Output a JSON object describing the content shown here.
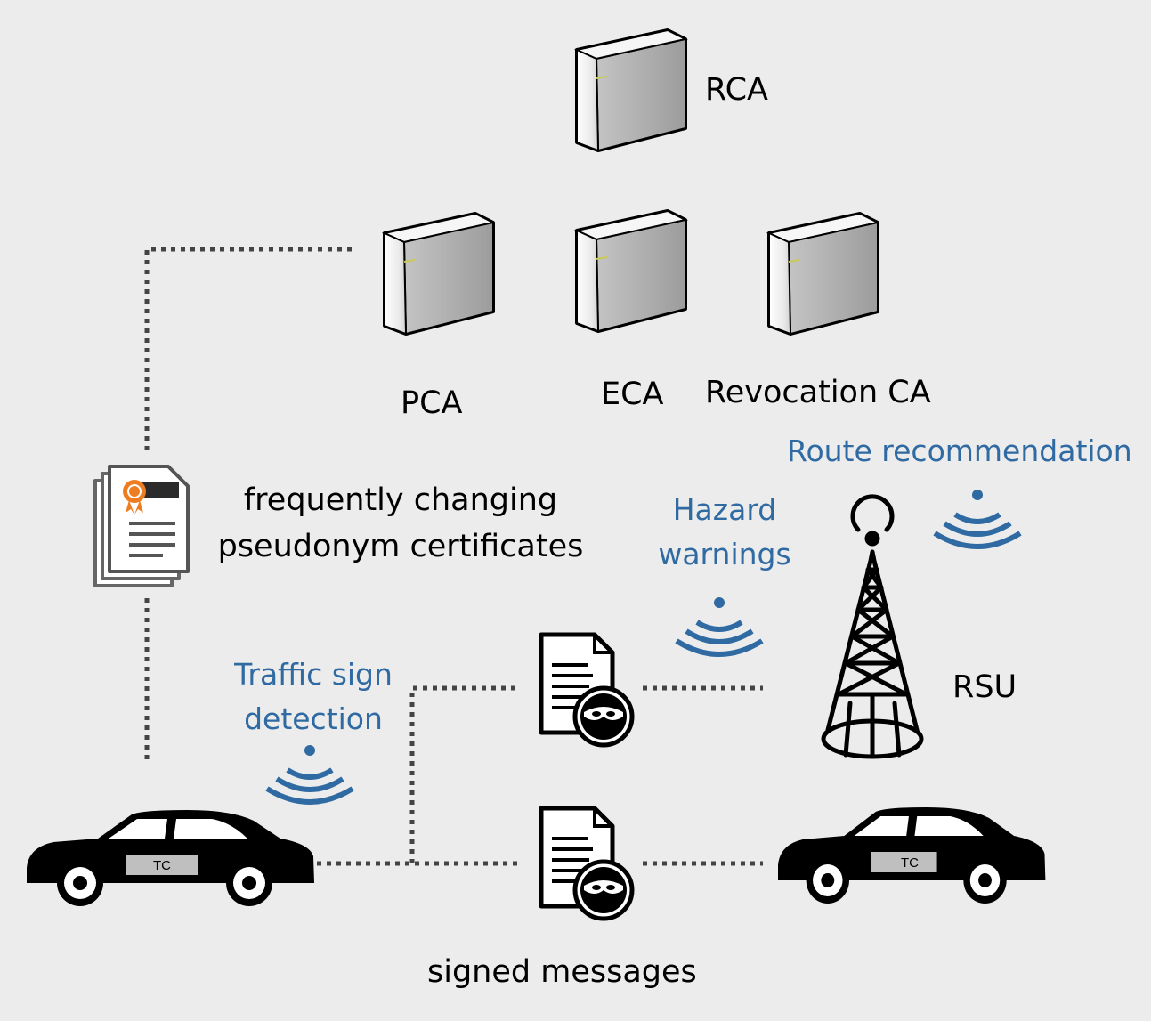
{
  "servers": {
    "rca": "RCA",
    "pca": "PCA",
    "eca": "ECA",
    "revocation": "Revocation CA"
  },
  "certificates": {
    "line1": "frequently changing",
    "line2": "pseudonym certificates"
  },
  "messages": {
    "route": "Route recommendation",
    "hazard_line1": "Hazard",
    "hazard_line2": "warnings",
    "traffic_line1": "Traffic sign",
    "traffic_line2": "detection"
  },
  "rsu": "RSU",
  "car_badge": "TC",
  "signed_messages": "signed messages",
  "colors": {
    "background": "#ececec",
    "accent_blue": "#2f6aa3",
    "certificate_seal": "#ee7d22"
  }
}
